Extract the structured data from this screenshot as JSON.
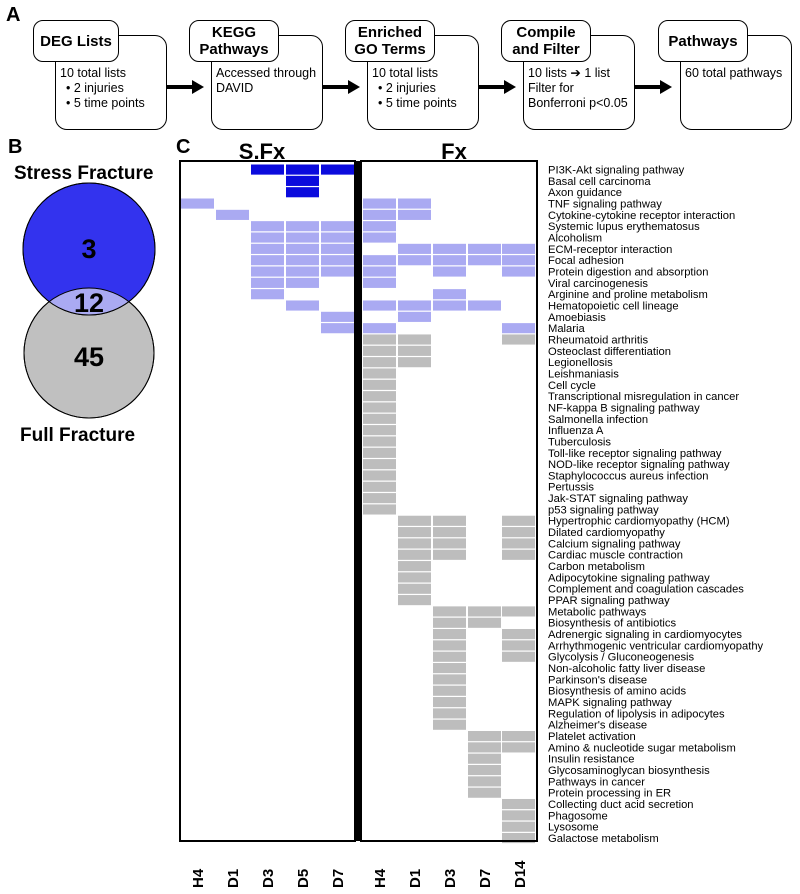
{
  "panel_labels": {
    "a": "A",
    "b": "B",
    "c": "C"
  },
  "flow": {
    "steps": [
      {
        "title": "DEG Lists",
        "lines": [
          "10 total lists"
        ],
        "bullets": [
          "2 injuries",
          "5 time points"
        ]
      },
      {
        "title": "KEGG Pathways",
        "lines": [
          "Accessed through",
          "DAVID"
        ],
        "bullets": []
      },
      {
        "title": "Enriched GO Terms",
        "lines": [
          "10 total lists"
        ],
        "bullets": [
          "2 injuries",
          "5 time points"
        ]
      },
      {
        "title": "Compile and Filter",
        "lines": [
          "10 lists ➔ 1 list",
          "Filter for",
          "Bonferroni p<0.05"
        ],
        "bullets": []
      },
      {
        "title": "Pathways",
        "lines": [
          "60 total pathways"
        ],
        "bullets": []
      }
    ]
  },
  "venn": {
    "top_label": "Stress Fracture",
    "bottom_label": "Full Fracture",
    "top_only": "3",
    "overlap": "12",
    "bottom_only": "45",
    "colors": {
      "top": "#3333ee",
      "overlap": "#aaaaf2",
      "bottom": "#c0c0c0"
    }
  },
  "heatmap": {
    "groups": [
      {
        "title": "S.Fx",
        "columns": [
          "H4",
          "D1",
          "D3",
          "D5",
          "D7"
        ]
      },
      {
        "title": "Fx",
        "columns": [
          "H4",
          "D1",
          "D3",
          "D7",
          "D14"
        ]
      }
    ],
    "colors": {
      "stress_only": "#0b0bdd",
      "shared": "#aaaaf2",
      "full_only": "#bdbdbd"
    },
    "pathways": [
      {
        "name": "PI3K-Akt signaling pathway",
        "cls": "stress_only",
        "sfx": [
          0,
          0,
          1,
          1,
          1
        ],
        "fx": [
          0,
          0,
          0,
          0,
          0
        ]
      },
      {
        "name": "Basal cell carcinoma",
        "cls": "stress_only",
        "sfx": [
          0,
          0,
          0,
          1,
          0
        ],
        "fx": [
          0,
          0,
          0,
          0,
          0
        ]
      },
      {
        "name": "Axon guidance",
        "cls": "stress_only",
        "sfx": [
          0,
          0,
          0,
          1,
          0
        ],
        "fx": [
          0,
          0,
          0,
          0,
          0
        ]
      },
      {
        "name": "TNF signaling pathway",
        "cls": "shared",
        "sfx": [
          1,
          0,
          0,
          0,
          0
        ],
        "fx": [
          1,
          1,
          0,
          0,
          0
        ]
      },
      {
        "name": "Cytokine-cytokine receptor interaction",
        "cls": "shared",
        "sfx": [
          0,
          1,
          0,
          0,
          0
        ],
        "fx": [
          1,
          1,
          0,
          0,
          0
        ]
      },
      {
        "name": "Systemic lupus erythematosus",
        "cls": "shared",
        "sfx": [
          0,
          0,
          1,
          1,
          1
        ],
        "fx": [
          1,
          0,
          0,
          0,
          0
        ]
      },
      {
        "name": "Alcoholism",
        "cls": "shared",
        "sfx": [
          0,
          0,
          1,
          1,
          1
        ],
        "fx": [
          1,
          0,
          0,
          0,
          0
        ]
      },
      {
        "name": "ECM-receptor interaction",
        "cls": "shared",
        "sfx": [
          0,
          0,
          1,
          1,
          1
        ],
        "fx": [
          0,
          1,
          1,
          1,
          1
        ]
      },
      {
        "name": "Focal adhesion",
        "cls": "shared",
        "sfx": [
          0,
          0,
          1,
          1,
          1
        ],
        "fx": [
          1,
          1,
          1,
          1,
          1
        ]
      },
      {
        "name": "Protein digestion and absorption",
        "cls": "shared",
        "sfx": [
          0,
          0,
          1,
          1,
          1
        ],
        "fx": [
          1,
          0,
          1,
          0,
          1
        ]
      },
      {
        "name": "Viral carcinogenesis",
        "cls": "shared",
        "sfx": [
          0,
          0,
          1,
          1,
          0
        ],
        "fx": [
          1,
          0,
          0,
          0,
          0
        ]
      },
      {
        "name": "Arginine and proline metabolism",
        "cls": "shared",
        "sfx": [
          0,
          0,
          1,
          0,
          0
        ],
        "fx": [
          0,
          0,
          1,
          0,
          0
        ]
      },
      {
        "name": "Hematopoietic cell lineage",
        "cls": "shared",
        "sfx": [
          0,
          0,
          0,
          1,
          0
        ],
        "fx": [
          1,
          1,
          1,
          1,
          0
        ]
      },
      {
        "name": "Amoebiasis",
        "cls": "shared",
        "sfx": [
          0,
          0,
          0,
          0,
          1
        ],
        "fx": [
          0,
          1,
          0,
          0,
          0
        ]
      },
      {
        "name": "Malaria",
        "cls": "shared",
        "sfx": [
          0,
          0,
          0,
          0,
          1
        ],
        "fx": [
          1,
          0,
          0,
          0,
          1
        ]
      },
      {
        "name": "Rheumatoid arthritis",
        "cls": "full_only",
        "sfx": [
          0,
          0,
          0,
          0,
          0
        ],
        "fx": [
          1,
          1,
          0,
          0,
          1
        ]
      },
      {
        "name": "Osteoclast differentiation",
        "cls": "full_only",
        "sfx": [
          0,
          0,
          0,
          0,
          0
        ],
        "fx": [
          1,
          1,
          0,
          0,
          0
        ]
      },
      {
        "name": "Legionellosis",
        "cls": "full_only",
        "sfx": [
          0,
          0,
          0,
          0,
          0
        ],
        "fx": [
          1,
          1,
          0,
          0,
          0
        ]
      },
      {
        "name": "Leishmaniasis",
        "cls": "full_only",
        "sfx": [
          0,
          0,
          0,
          0,
          0
        ],
        "fx": [
          1,
          0,
          0,
          0,
          0
        ]
      },
      {
        "name": "Cell cycle",
        "cls": "full_only",
        "sfx": [
          0,
          0,
          0,
          0,
          0
        ],
        "fx": [
          1,
          0,
          0,
          0,
          0
        ]
      },
      {
        "name": "Transcriptional misregulation in cancer",
        "cls": "full_only",
        "sfx": [
          0,
          0,
          0,
          0,
          0
        ],
        "fx": [
          1,
          0,
          0,
          0,
          0
        ]
      },
      {
        "name": "NF-kappa B signaling pathway",
        "cls": "full_only",
        "sfx": [
          0,
          0,
          0,
          0,
          0
        ],
        "fx": [
          1,
          0,
          0,
          0,
          0
        ]
      },
      {
        "name": "Salmonella infection",
        "cls": "full_only",
        "sfx": [
          0,
          0,
          0,
          0,
          0
        ],
        "fx": [
          1,
          0,
          0,
          0,
          0
        ]
      },
      {
        "name": "Influenza A",
        "cls": "full_only",
        "sfx": [
          0,
          0,
          0,
          0,
          0
        ],
        "fx": [
          1,
          0,
          0,
          0,
          0
        ]
      },
      {
        "name": "Tuberculosis",
        "cls": "full_only",
        "sfx": [
          0,
          0,
          0,
          0,
          0
        ],
        "fx": [
          1,
          0,
          0,
          0,
          0
        ]
      },
      {
        "name": "Toll-like receptor signaling pathway",
        "cls": "full_only",
        "sfx": [
          0,
          0,
          0,
          0,
          0
        ],
        "fx": [
          1,
          0,
          0,
          0,
          0
        ]
      },
      {
        "name": "NOD-like receptor signaling pathway",
        "cls": "full_only",
        "sfx": [
          0,
          0,
          0,
          0,
          0
        ],
        "fx": [
          1,
          0,
          0,
          0,
          0
        ]
      },
      {
        "name": "Staphylococcus aureus infection",
        "cls": "full_only",
        "sfx": [
          0,
          0,
          0,
          0,
          0
        ],
        "fx": [
          1,
          0,
          0,
          0,
          0
        ]
      },
      {
        "name": "Pertussis",
        "cls": "full_only",
        "sfx": [
          0,
          0,
          0,
          0,
          0
        ],
        "fx": [
          1,
          0,
          0,
          0,
          0
        ]
      },
      {
        "name": "Jak-STAT signaling pathway",
        "cls": "full_only",
        "sfx": [
          0,
          0,
          0,
          0,
          0
        ],
        "fx": [
          1,
          0,
          0,
          0,
          0
        ]
      },
      {
        "name": "p53 signaling pathway",
        "cls": "full_only",
        "sfx": [
          0,
          0,
          0,
          0,
          0
        ],
        "fx": [
          1,
          0,
          0,
          0,
          0
        ]
      },
      {
        "name": "Hypertrophic cardiomyopathy (HCM)",
        "cls": "full_only",
        "sfx": [
          0,
          0,
          0,
          0,
          0
        ],
        "fx": [
          0,
          1,
          1,
          0,
          1
        ]
      },
      {
        "name": "Dilated cardiomyopathy",
        "cls": "full_only",
        "sfx": [
          0,
          0,
          0,
          0,
          0
        ],
        "fx": [
          0,
          1,
          1,
          0,
          1
        ]
      },
      {
        "name": "Calcium signaling pathway",
        "cls": "full_only",
        "sfx": [
          0,
          0,
          0,
          0,
          0
        ],
        "fx": [
          0,
          1,
          1,
          0,
          1
        ]
      },
      {
        "name": "Cardiac muscle contraction",
        "cls": "full_only",
        "sfx": [
          0,
          0,
          0,
          0,
          0
        ],
        "fx": [
          0,
          1,
          1,
          0,
          1
        ]
      },
      {
        "name": "Carbon metabolism",
        "cls": "full_only",
        "sfx": [
          0,
          0,
          0,
          0,
          0
        ],
        "fx": [
          0,
          1,
          0,
          0,
          0
        ]
      },
      {
        "name": "Adipocytokine signaling pathway",
        "cls": "full_only",
        "sfx": [
          0,
          0,
          0,
          0,
          0
        ],
        "fx": [
          0,
          1,
          0,
          0,
          0
        ]
      },
      {
        "name": "Complement and coagulation cascades",
        "cls": "full_only",
        "sfx": [
          0,
          0,
          0,
          0,
          0
        ],
        "fx": [
          0,
          1,
          0,
          0,
          0
        ]
      },
      {
        "name": "PPAR signaling pathway",
        "cls": "full_only",
        "sfx": [
          0,
          0,
          0,
          0,
          0
        ],
        "fx": [
          0,
          1,
          0,
          0,
          0
        ]
      },
      {
        "name": "Metabolic pathways",
        "cls": "full_only",
        "sfx": [
          0,
          0,
          0,
          0,
          0
        ],
        "fx": [
          0,
          0,
          1,
          1,
          1
        ]
      },
      {
        "name": "Biosynthesis of antibiotics",
        "cls": "full_only",
        "sfx": [
          0,
          0,
          0,
          0,
          0
        ],
        "fx": [
          0,
          0,
          1,
          1,
          0
        ]
      },
      {
        "name": "Adrenergic signaling in cardiomyocytes",
        "cls": "full_only",
        "sfx": [
          0,
          0,
          0,
          0,
          0
        ],
        "fx": [
          0,
          0,
          1,
          0,
          1
        ]
      },
      {
        "name": "Arrhythmogenic ventricular cardiomyopathy",
        "cls": "full_only",
        "sfx": [
          0,
          0,
          0,
          0,
          0
        ],
        "fx": [
          0,
          0,
          1,
          0,
          1
        ]
      },
      {
        "name": "Glycolysis / Gluconeogenesis",
        "cls": "full_only",
        "sfx": [
          0,
          0,
          0,
          0,
          0
        ],
        "fx": [
          0,
          0,
          1,
          0,
          1
        ]
      },
      {
        "name": "Non-alcoholic fatty liver disease",
        "cls": "full_only",
        "sfx": [
          0,
          0,
          0,
          0,
          0
        ],
        "fx": [
          0,
          0,
          1,
          0,
          0
        ]
      },
      {
        "name": "Parkinson's disease",
        "cls": "full_only",
        "sfx": [
          0,
          0,
          0,
          0,
          0
        ],
        "fx": [
          0,
          0,
          1,
          0,
          0
        ]
      },
      {
        "name": "Biosynthesis of amino acids",
        "cls": "full_only",
        "sfx": [
          0,
          0,
          0,
          0,
          0
        ],
        "fx": [
          0,
          0,
          1,
          0,
          0
        ]
      },
      {
        "name": "MAPK signaling pathway",
        "cls": "full_only",
        "sfx": [
          0,
          0,
          0,
          0,
          0
        ],
        "fx": [
          0,
          0,
          1,
          0,
          0
        ]
      },
      {
        "name": "Regulation of lipolysis in adipocytes",
        "cls": "full_only",
        "sfx": [
          0,
          0,
          0,
          0,
          0
        ],
        "fx": [
          0,
          0,
          1,
          0,
          0
        ]
      },
      {
        "name": "Alzheimer's disease",
        "cls": "full_only",
        "sfx": [
          0,
          0,
          0,
          0,
          0
        ],
        "fx": [
          0,
          0,
          1,
          0,
          0
        ]
      },
      {
        "name": "Platelet activation",
        "cls": "full_only",
        "sfx": [
          0,
          0,
          0,
          0,
          0
        ],
        "fx": [
          0,
          0,
          0,
          1,
          1
        ]
      },
      {
        "name": "Amino & nucleotide sugar metabolism",
        "cls": "full_only",
        "sfx": [
          0,
          0,
          0,
          0,
          0
        ],
        "fx": [
          0,
          0,
          0,
          1,
          1
        ]
      },
      {
        "name": "Insulin resistance",
        "cls": "full_only",
        "sfx": [
          0,
          0,
          0,
          0,
          0
        ],
        "fx": [
          0,
          0,
          0,
          1,
          0
        ]
      },
      {
        "name": "Glycosaminoglycan biosynthesis",
        "cls": "full_only",
        "sfx": [
          0,
          0,
          0,
          0,
          0
        ],
        "fx": [
          0,
          0,
          0,
          1,
          0
        ]
      },
      {
        "name": "Pathways in cancer",
        "cls": "full_only",
        "sfx": [
          0,
          0,
          0,
          0,
          0
        ],
        "fx": [
          0,
          0,
          0,
          1,
          0
        ]
      },
      {
        "name": "Protein processing in ER",
        "cls": "full_only",
        "sfx": [
          0,
          0,
          0,
          0,
          0
        ],
        "fx": [
          0,
          0,
          0,
          1,
          0
        ]
      },
      {
        "name": "Collecting duct acid secretion",
        "cls": "full_only",
        "sfx": [
          0,
          0,
          0,
          0,
          0
        ],
        "fx": [
          0,
          0,
          0,
          0,
          1
        ]
      },
      {
        "name": "Phagosome",
        "cls": "full_only",
        "sfx": [
          0,
          0,
          0,
          0,
          0
        ],
        "fx": [
          0,
          0,
          0,
          0,
          1
        ]
      },
      {
        "name": "Lysosome",
        "cls": "full_only",
        "sfx": [
          0,
          0,
          0,
          0,
          0
        ],
        "fx": [
          0,
          0,
          0,
          0,
          1
        ]
      },
      {
        "name": "Galactose metabolism",
        "cls": "full_only",
        "sfx": [
          0,
          0,
          0,
          0,
          0
        ],
        "fx": [
          0,
          0,
          0,
          0,
          1
        ]
      }
    ]
  }
}
